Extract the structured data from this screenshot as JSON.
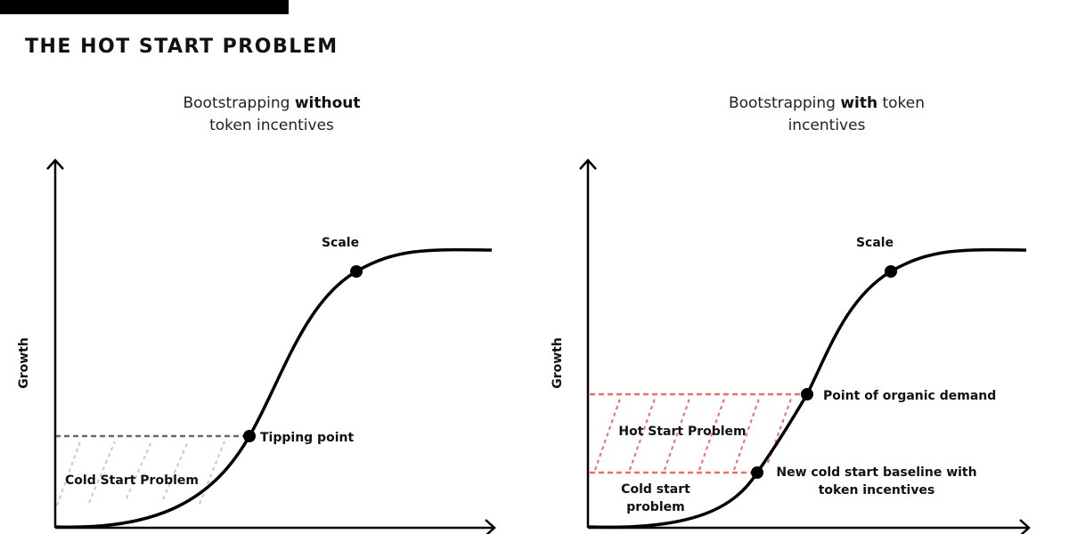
{
  "header": {
    "title": "THE HOT START PROBLEM"
  },
  "left_panel": {
    "title_pre": "Bootstrapping ",
    "title_bold": "without",
    "title_post": "token incentives",
    "y_axis_label": "Growth",
    "scale_label": "Scale",
    "tipping_label": "Tipping point",
    "region_label": "Cold Start Problem"
  },
  "right_panel": {
    "title_pre": "Bootstrapping ",
    "title_bold": "with",
    "title_post": " token incentives",
    "y_axis_label": "Growth",
    "scale_label": "Scale",
    "organic_label": "Point of organic demand",
    "region_label": "Hot Start Problem",
    "baseline_label_line1": "New cold start baseline with",
    "baseline_label_line2": "token incentives",
    "cold_label_line1": "Cold start",
    "cold_label_line2": "problem"
  },
  "colors": {
    "curve": "#000000",
    "left_dashed_line": "#6b6b6b",
    "left_hatch": "#c8c8c8",
    "right_dashed": "#ef6b6b"
  }
}
